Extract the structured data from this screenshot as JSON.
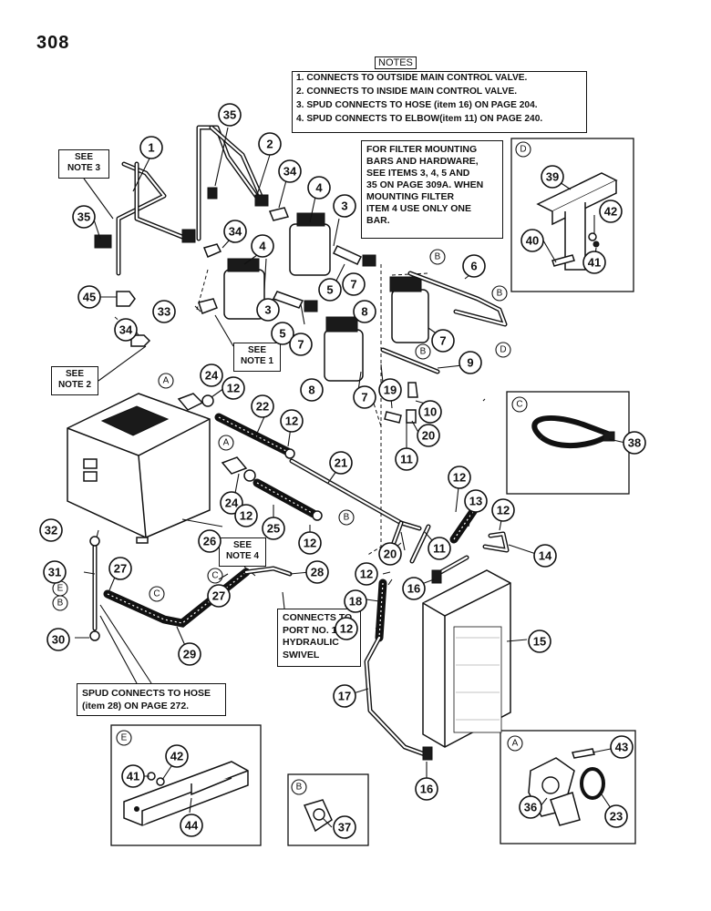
{
  "page_number": "308",
  "notes": {
    "title": "NOTES",
    "lines": [
      "1. CONNECTS TO OUTSIDE MAIN CONTROL VALVE.",
      "2. CONNECTS TO INSIDE MAIN CONTROL VALVE.",
      "3. SPUD CONNECTS TO HOSE (item 16) ON PAGE 204.",
      "4. SPUD CONNECTS TO ELBOW(item 11) ON PAGE 240."
    ]
  },
  "filter_note": [
    "FOR FILTER MOUNTING",
    "BARS AND HARDWARE,",
    "SEE ITEMS 3, 4, 5 AND",
    "35 ON PAGE 309A. WHEN",
    "MOUNTING FILTER",
    "ITEM 4 USE ONLY ONE",
    "BAR."
  ],
  "see_notes": {
    "note3": [
      "SEE",
      "NOTE 3"
    ],
    "note2": [
      "SEE",
      "NOTE 2"
    ],
    "note1": [
      "SEE",
      "NOTE 1"
    ],
    "note4": [
      "SEE",
      "NOTE 4"
    ]
  },
  "port_note": [
    "CONNECTS TO",
    "PORT NO. 1 OF",
    "HYDRAULIC",
    "SWIVEL"
  ],
  "spud_note": [
    "SPUD CONNECTS TO HOSE",
    "(item 28) ON PAGE 272."
  ],
  "callouts": {
    "c1": "1",
    "c2": "2",
    "c3a": "3",
    "c3b": "3",
    "c4a": "4",
    "c4b": "4",
    "c5a": "5",
    "c5b": "5",
    "c6": "6",
    "c7a": "7",
    "c7b": "7",
    "c7c": "7",
    "c7d": "7",
    "c8a": "8",
    "c8b": "8",
    "c9": "9",
    "c10": "10",
    "c11a": "11",
    "c11b": "11",
    "c12a": "12",
    "c12b": "12",
    "c12c": "12",
    "c12d": "12",
    "c12e": "12",
    "c12f": "12",
    "c12g": "12",
    "c12h": "12",
    "c13": "13",
    "c14": "14",
    "c15": "15",
    "c16a": "16",
    "c16b": "16",
    "c17": "17",
    "c18": "18",
    "c19": "19",
    "c20a": "20",
    "c20b": "20",
    "c21": "21",
    "c22": "22",
    "c23": "23",
    "c24a": "24",
    "c24b": "24",
    "c25": "25",
    "c26": "26",
    "c27a": "27",
    "c27b": "27",
    "c28": "28",
    "c29": "29",
    "c30": "30",
    "c31": "31",
    "c32": "32",
    "c33": "33",
    "c34a": "34",
    "c34b": "34",
    "c34c": "34",
    "c35a": "35",
    "c35b": "35",
    "c36": "36",
    "c37": "37",
    "c38": "38",
    "c39": "39",
    "c40": "40",
    "c41a": "41",
    "c41b": "41",
    "c42a": "42",
    "c42b": "42",
    "c43": "43",
    "c44": "44",
    "c45": "45"
  },
  "letters": {
    "A": "A",
    "B": "B",
    "C": "C",
    "D": "D",
    "E": "E"
  }
}
